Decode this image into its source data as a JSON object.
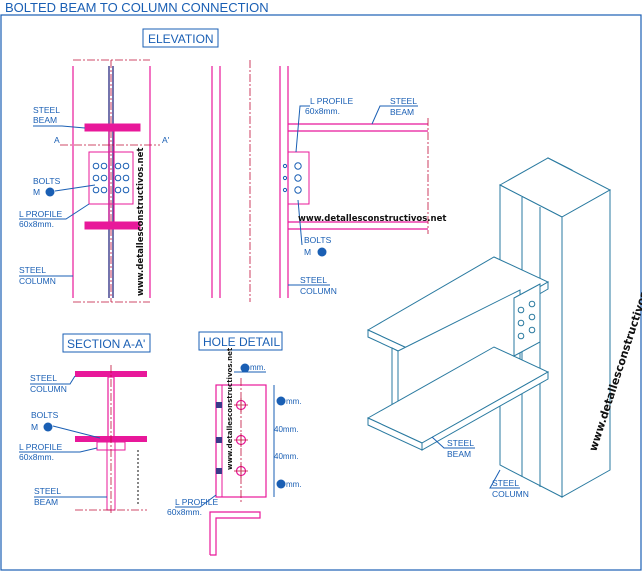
{
  "title": "BOLTED BEAM TO COLUMN CONNECTION",
  "views": {
    "elevation": "ELEVATION",
    "section": "SECTION A-A'",
    "hole_detail": "HOLE DETAIL"
  },
  "labels": {
    "steel": "STEEL",
    "beam": "BEAM",
    "column": "COLUMN",
    "bolts": "BOLTS",
    "bolt_size": "M",
    "profile": "L PROFILE",
    "profile_size": "60x8mm.",
    "section_a": "A",
    "section_a_prime": "A'"
  },
  "dimensions": {
    "edge_top": "mm.",
    "spacing_1": "40mm.",
    "spacing_2": "40mm.",
    "edge_bottom": "mm.",
    "gauge": "mm."
  },
  "watermark": "www.detallesconstructivos.net",
  "colors": {
    "text": "#1a5fb4",
    "steel": "#e8189a",
    "centerline": "#c0103a",
    "iso_lines": "#2a7aa0",
    "bolt_marker": "#1a5fb4"
  }
}
